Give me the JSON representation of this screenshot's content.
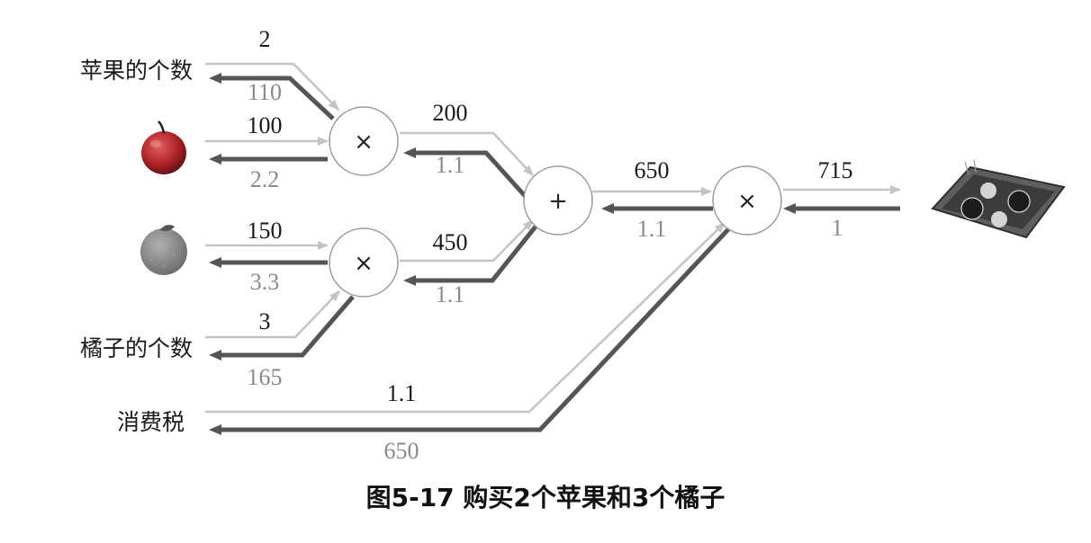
{
  "inputs": {
    "apple_count": "苹果的个数",
    "orange_count": "橘子的个数",
    "tax": "消费税"
  },
  "forward": {
    "apple_count": "2",
    "apple_price": "100",
    "orange_price": "150",
    "orange_count": "3",
    "apple_total": "200",
    "orange_total": "450",
    "sum": "650",
    "tax": "1.1",
    "final": "715"
  },
  "backward": {
    "apple_count": "110",
    "apple_price": "2.2",
    "orange_price": "3.3",
    "orange_count": "165",
    "apple_total": "1.1",
    "orange_total": "1.1",
    "sum": "1.1",
    "tax": "650",
    "final": "1"
  },
  "nodes": {
    "mul_apple": "×",
    "mul_orange": "×",
    "add": "+",
    "mul_tax": "×"
  },
  "caption": "图5-17 购买2个苹果和3个橘子",
  "colors": {
    "forward_line": "#bdbdbd",
    "backward_line": "#555555",
    "apple": "#b3262b",
    "orange": "#8a8a8a"
  },
  "icons": [
    "apple-icon",
    "orange-icon",
    "wallet-icon"
  ]
}
